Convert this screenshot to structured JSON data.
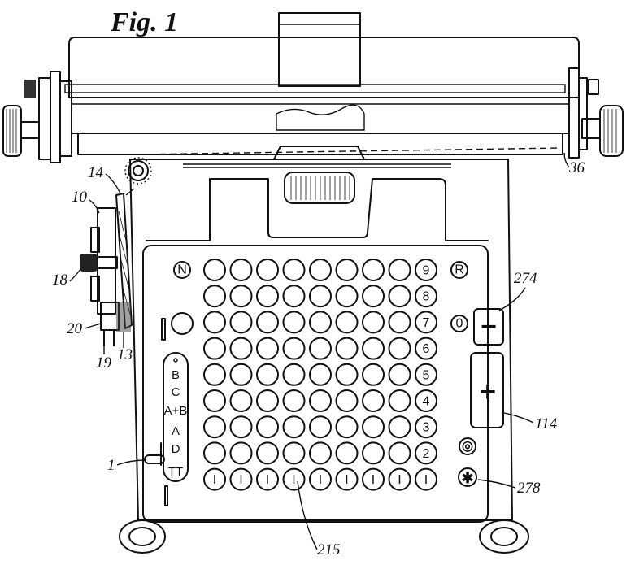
{
  "figure": {
    "title": "Fig. 1"
  },
  "keyboard": {
    "row_digits": [
      "9",
      "8",
      "7",
      "6",
      "5",
      "4",
      "3",
      "2"
    ],
    "bottom_key_label": "I",
    "top_left_key": "N",
    "top_right_key": "R",
    "zero_key": "0",
    "repeat_key_symbol": "◎",
    "total_key_symbol": "✱",
    "minus_bar_symbol": "−",
    "plus_bar_symbol": "+"
  },
  "selector_lever": {
    "settings": [
      "B",
      "C",
      "A+B",
      "A",
      "D",
      "TT"
    ]
  },
  "reference_numerals": {
    "r14": "14",
    "r10": "10",
    "r18": "18",
    "r20": "20",
    "r19": "19",
    "r13": "13",
    "r1": "1",
    "r36": "36",
    "r274": "274",
    "r114": "114",
    "r278": "278",
    "r215": "215"
  }
}
